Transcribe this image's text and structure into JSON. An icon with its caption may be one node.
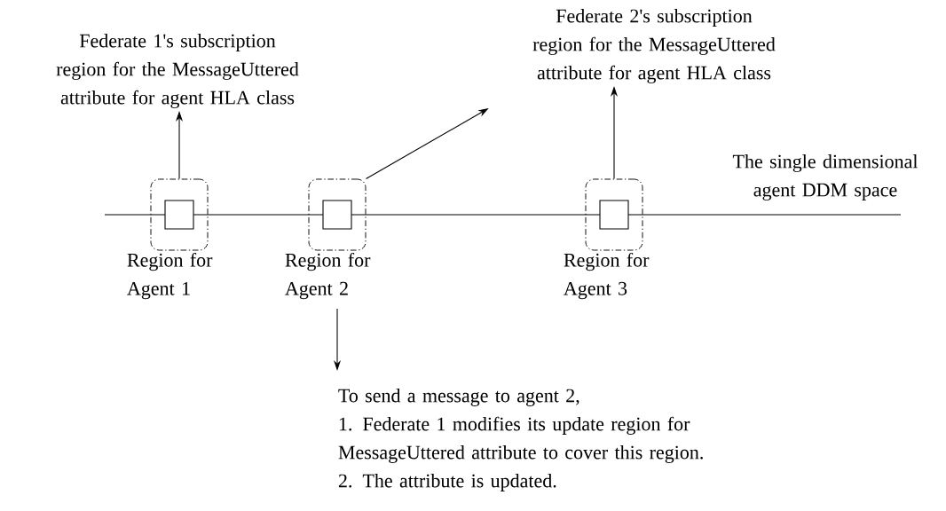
{
  "diagram": {
    "nodes": [
      {
        "text": [
          "Federate 1's subscription region for the MessageUttered attribute for agent HLA class"
        ]
      },
      {
        "text": [
          "Federate 2's subscription region for the MessageUttered attribute for agent HLA class"
        ]
      },
      {
        "text": [],
        "shape": "box"
      },
      {
        "text": [],
        "shape": "box",
        "in": 2
      },
      {
        "text": [],
        "shape": "box"
      },
      {
        "text": [],
        "shape": "box",
        "in": 4
      },
      {
        "text": [],
        "shape": "box"
      },
      {
        "text": [],
        "shape": "box",
        "in": 6
      },
      {
        "text": [
          "Region for Agent 1"
        ]
      },
      {
        "text": [
          "Region for Agent 2"
        ]
      },
      {
        "text": [
          "Region for Agent 3"
        ]
      },
      {
        "text": [
          "To send a message to agent 2,",
          "1. Federate 1 modifies its update region for MessageUttered attribute to cover this region.",
          "2. The attribute is updated."
        ]
      }
    ],
    "edges": [
      {
        "from": 2,
        "to": 0,
        "arrow": "to"
      },
      {
        "from": 4,
        "to": 1,
        "arrow": "to"
      },
      {
        "from": 6,
        "to": 1,
        "arrow": "to"
      },
      {
        "from": 9,
        "to": 11,
        "arrow": "to"
      }
    ],
    "labels": [
      "The single dimensional agent DDM space"
    ]
  }
}
